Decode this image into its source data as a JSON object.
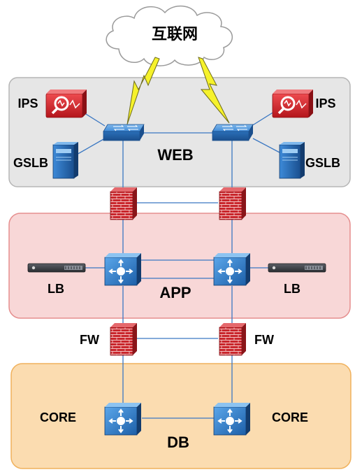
{
  "cloud": {
    "label": "互联网"
  },
  "zones": {
    "web": {
      "label": "WEB",
      "fill": "#e6e6e6",
      "stroke": "#b5b5b5"
    },
    "app": {
      "label": "APP",
      "fill": "#f8d7d7",
      "stroke": "#e58e8e"
    },
    "db": {
      "label": "DB",
      "fill": "#fbdcb0",
      "stroke": "#f0b15c"
    }
  },
  "labels": {
    "ips_left": "IPS",
    "ips_right": "IPS",
    "gslb_left": "GSLB",
    "gslb_right": "GSLB",
    "lb_left": "LB",
    "lb_right": "LB",
    "fw_left": "FW",
    "fw_right": "FW",
    "core_left": "CORE",
    "core_right": "CORE"
  },
  "colors": {
    "link": "#3a77c2",
    "lightning": "#f6f22b",
    "firewall": "#c2272d",
    "switch": "#2f7fce",
    "ips": "#d9232a"
  },
  "icons": {
    "cloud": "cloud-icon",
    "lightning": "lightning-bolt-icon",
    "switch": "switch-icon",
    "ips": "ips-appliance-icon",
    "server": "server-icon",
    "firewall": "firewall-icon",
    "load_balancer": "load-balancer-icon",
    "l3_switch": "layer3-switch-icon"
  }
}
